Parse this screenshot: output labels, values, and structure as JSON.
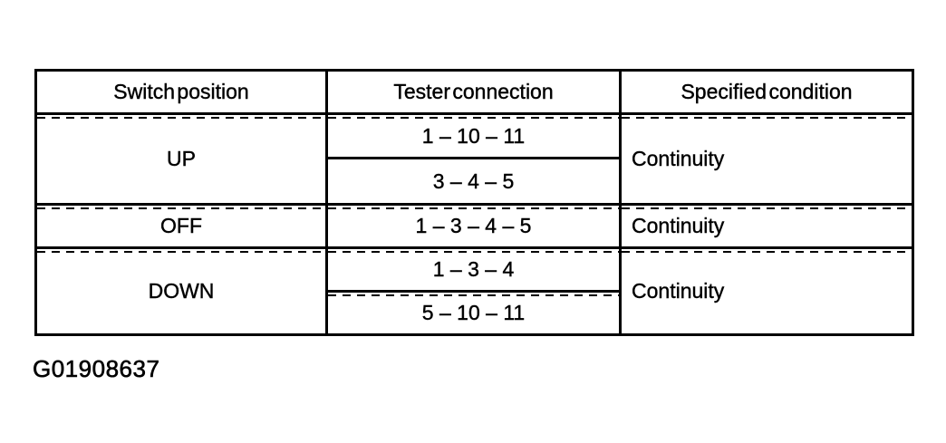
{
  "figure_label": "G01908637",
  "table": {
    "columns": [
      "Switch position",
      "Tester connection",
      "Specified condition"
    ],
    "rows": [
      {
        "switch_position": "UP",
        "tester_connections": [
          "1 – 10 – 11",
          "3 – 4 – 5"
        ],
        "specified_condition": "Continuity"
      },
      {
        "switch_position": "OFF",
        "tester_connections": [
          "1 – 3 – 4 – 5"
        ],
        "specified_condition": "Continuity"
      },
      {
        "switch_position": "DOWN",
        "tester_connections": [
          "1 – 3 – 4",
          "5 – 10 – 11"
        ],
        "specified_condition": "Continuity"
      }
    ]
  },
  "colors": {
    "background": "#ffffff",
    "border": "#000000",
    "text": "#000000"
  }
}
